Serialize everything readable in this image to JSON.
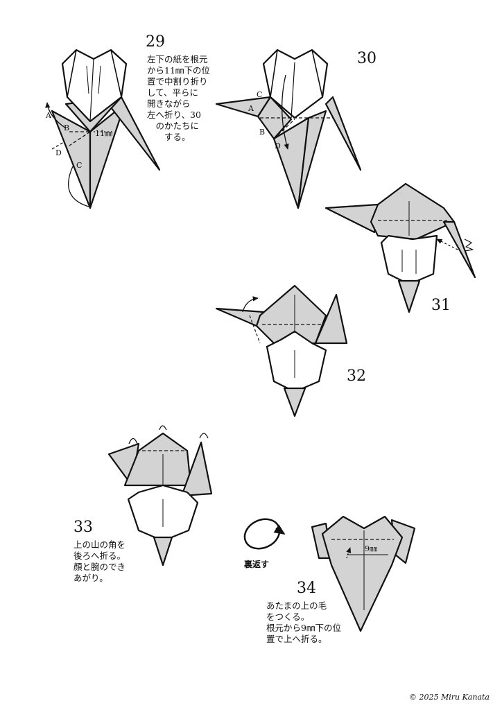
{
  "steps": [
    {
      "number": "29",
      "text": "左下の紙を根元\nから11㎜下の位\n置で中割り折り\nして、平らに\n開きながら\n左へ折り、30\n　のかたちに\n　　する。"
    },
    {
      "number": "30",
      "text": ""
    },
    {
      "number": "31",
      "text": ""
    },
    {
      "number": "32",
      "text": ""
    },
    {
      "number": "33",
      "text": "上の山の角を\n後ろへ折る。\n顔と腕のでき\nあがり。"
    },
    {
      "number": "34",
      "text": "あたまの上の毛\nをつくる。\n根元から9㎜下の位\n置で上へ折る。"
    }
  ],
  "labels": {
    "s29_a": "A",
    "s29_b": "B",
    "s29_c": "C",
    "s29_d": "D",
    "s29_measure": "11㎜",
    "s30_a": "A",
    "s30_b": "B",
    "s30_c": "C",
    "s30_d": "D",
    "s34_measure": "9㎜"
  },
  "turn_over": "裏返す",
  "copyright": "© 2025 Miru Kanata",
  "colors": {
    "paper_fill": "#d3d3d3",
    "paper_light": "#ffffff",
    "stroke": "#111111"
  }
}
